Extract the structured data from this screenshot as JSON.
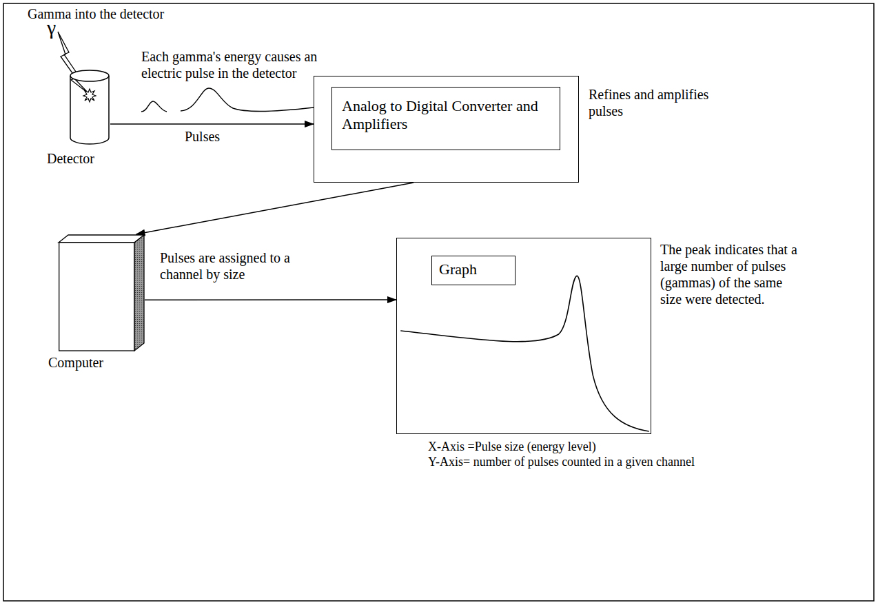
{
  "diagram": {
    "nodes": [
      {
        "text": [
          "Detector"
        ]
      },
      {
        "text": [
          "Refines and amplifies pulses"
        ]
      },
      {
        "text": [
          "Analog to Digital Converter and Amplifiers"
        ],
        "in": 1
      },
      {
        "text": [
          "Computer"
        ]
      },
      {
        "text": [
          "X-Axis =Pulse size (energy level)",
          "Y-Axis= number of pulses counted in a given channel"
        ]
      },
      {
        "text": [
          "Graph"
        ],
        "in": 4
      }
    ],
    "edges": [
      {
        "from": 0,
        "to": 1,
        "arrow": "to",
        "label": "Pulses"
      },
      {
        "from": 1,
        "to": 3,
        "arrow": "to"
      },
      {
        "from": 3,
        "to": 4,
        "arrow": "to",
        "label": "Pulses are assigned to a channel by size"
      }
    ],
    "labels": [
      "Gamma into the detector",
      "γ",
      "Each gamma's energy causes an electric pulse in the detector",
      "The peak indicates that a large number of pulses (gammas) of the same size were detected."
    ]
  }
}
